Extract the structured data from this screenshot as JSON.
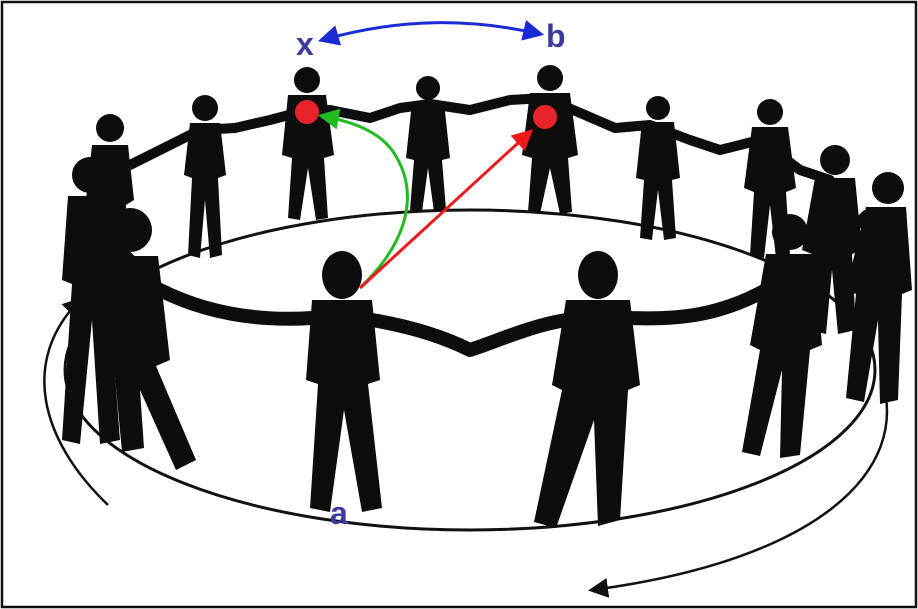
{
  "labels": {
    "x": "x",
    "b": "b",
    "a": "a"
  },
  "colors": {
    "figure": "#0d0d0d",
    "label": "#3a3aa0",
    "swap_arrow": "#1a2bd6",
    "green_arrow": "#22bb22",
    "red_arrow": "#ee1a1a",
    "marker": "#e8242a",
    "ring": "#111111",
    "frame": "#111111"
  },
  "icons": {
    "people": "person-silhouette",
    "markers": "red-dot-marker",
    "rotation": "circular-arrow"
  }
}
